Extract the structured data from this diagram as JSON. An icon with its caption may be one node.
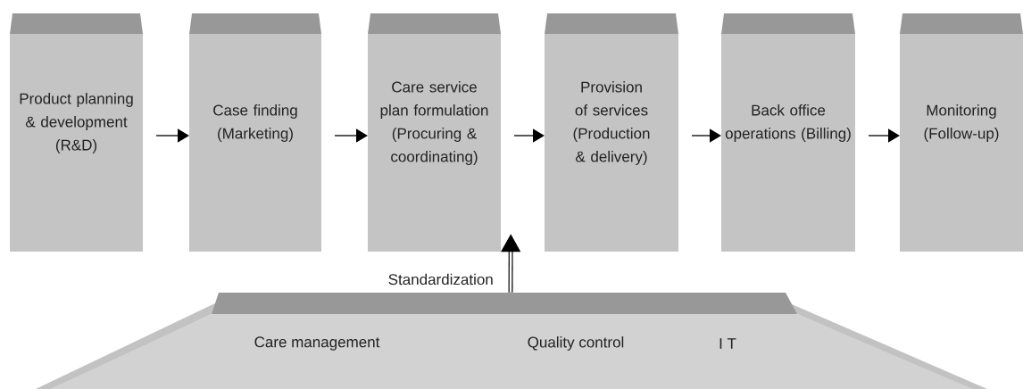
{
  "diagram": {
    "nodes": [
      {
        "text": [
          "Product planning & development (R&D)"
        ]
      },
      {
        "text": [
          "Case finding (Marketing)"
        ]
      },
      {
        "text": [
          "Care service plan formulation (Procuring & coordinating)"
        ]
      },
      {
        "text": [
          "Provision of services (Production & delivery)"
        ]
      },
      {
        "text": [
          "Back office operations (Billing)"
        ]
      },
      {
        "text": [
          "Monitoring (Follow-up)"
        ]
      },
      {
        "text": [
          "Care management",
          "Quality control",
          "I T"
        ]
      }
    ],
    "edges": [
      {
        "from": 0,
        "to": 1,
        "arrow": "to"
      },
      {
        "from": 1,
        "to": 2,
        "arrow": "to"
      },
      {
        "from": 2,
        "to": 3,
        "arrow": "to"
      },
      {
        "from": 3,
        "to": 4,
        "arrow": "to"
      },
      {
        "from": 4,
        "to": 5,
        "arrow": "to"
      },
      {
        "from": 6,
        "to": 2,
        "arrow": "to",
        "label": "Standardization",
        "style": "thick"
      }
    ]
  }
}
